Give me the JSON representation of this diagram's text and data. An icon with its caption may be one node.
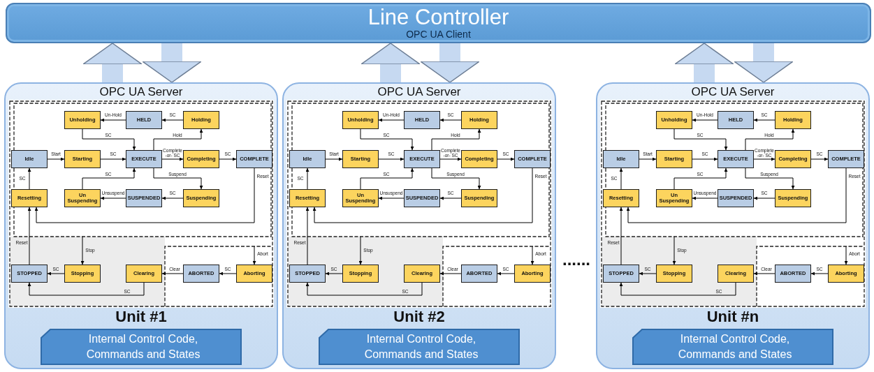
{
  "diagram": {
    "nodes": [
      {
        "text": [
          "Line Controller",
          "OPC UA Client"
        ]
      },
      {
        "text": [
          "OPC UA Server",
          "Unit #1"
        ]
      },
      {
        "text": [
          "Unholding"
        ],
        "in": 1
      },
      {
        "text": [
          "HELD"
        ],
        "in": 1
      },
      {
        "text": [
          "Holding"
        ],
        "in": 1
      },
      {
        "text": [
          "Idle"
        ],
        "in": 1
      },
      {
        "text": [
          "Starting"
        ],
        "in": 1
      },
      {
        "text": [
          "EXECUTE"
        ],
        "in": 1
      },
      {
        "text": [
          "Completing"
        ],
        "in": 1
      },
      {
        "text": [
          "COMPLETE"
        ],
        "in": 1
      },
      {
        "text": [
          "Resetting"
        ],
        "in": 1
      },
      {
        "text": [
          "Un Suspending"
        ],
        "in": 1
      },
      {
        "text": [
          "SUSPENDED"
        ],
        "in": 1
      },
      {
        "text": [
          "Suspending"
        ],
        "in": 1
      },
      {
        "text": [
          "STOPPED"
        ],
        "in": 1
      },
      {
        "text": [
          "Stopping"
        ],
        "in": 1
      },
      {
        "text": [
          "Clearing"
        ],
        "in": 1
      },
      {
        "text": [
          "ABORTED"
        ],
        "in": 1
      },
      {
        "text": [
          "Aborting"
        ],
        "in": 1
      },
      {
        "text": [
          "Internal Control Code, Commands and States"
        ],
        "in": 1
      },
      {
        "text": [
          "OPC UA Server",
          "Unit #2"
        ]
      },
      {
        "text": [
          "Unholding"
        ],
        "in": 20
      },
      {
        "text": [
          "HELD"
        ],
        "in": 20
      },
      {
        "text": [
          "Holding"
        ],
        "in": 20
      },
      {
        "text": [
          "Idle"
        ],
        "in": 20
      },
      {
        "text": [
          "Starting"
        ],
        "in": 20
      },
      {
        "text": [
          "EXECUTE"
        ],
        "in": 20
      },
      {
        "text": [
          "Completing"
        ],
        "in": 20
      },
      {
        "text": [
          "COMPLETE"
        ],
        "in": 20
      },
      {
        "text": [
          "Resetting"
        ],
        "in": 20
      },
      {
        "text": [
          "Un Suspending"
        ],
        "in": 20
      },
      {
        "text": [
          "SUSPENDED"
        ],
        "in": 20
      },
      {
        "text": [
          "Suspending"
        ],
        "in": 20
      },
      {
        "text": [
          "STOPPED"
        ],
        "in": 20
      },
      {
        "text": [
          "Stopping"
        ],
        "in": 20
      },
      {
        "text": [
          "Clearing"
        ],
        "in": 20
      },
      {
        "text": [
          "ABORTED"
        ],
        "in": 20
      },
      {
        "text": [
          "Aborting"
        ],
        "in": 20
      },
      {
        "text": [
          "Internal Control Code, Commands and States"
        ],
        "in": 20
      },
      {
        "text": [
          "OPC UA Server",
          "Unit #n"
        ]
      },
      {
        "text": [
          "Unholding"
        ],
        "in": 39
      },
      {
        "text": [
          "HELD"
        ],
        "in": 39
      },
      {
        "text": [
          "Holding"
        ],
        "in": 39
      },
      {
        "text": [
          "Idle"
        ],
        "in": 39
      },
      {
        "text": [
          "Starting"
        ],
        "in": 39
      },
      {
        "text": [
          "EXECUTE"
        ],
        "in": 39
      },
      {
        "text": [
          "Completing"
        ],
        "in": 39
      },
      {
        "text": [
          "COMPLETE"
        ],
        "in": 39
      },
      {
        "text": [
          "Resetting"
        ],
        "in": 39
      },
      {
        "text": [
          "Un Suspending"
        ],
        "in": 39
      },
      {
        "text": [
          "SUSPENDED"
        ],
        "in": 39
      },
      {
        "text": [
          "Suspending"
        ],
        "in": 39
      },
      {
        "text": [
          "STOPPED"
        ],
        "in": 39
      },
      {
        "text": [
          "Stopping"
        ],
        "in": 39
      },
      {
        "text": [
          "Clearing"
        ],
        "in": 39
      },
      {
        "text": [
          "ABORTED"
        ],
        "in": 39
      },
      {
        "text": [
          "Aborting"
        ],
        "in": 39
      },
      {
        "text": [
          "Internal Control Code, Commands and States"
        ],
        "in": 39
      }
    ],
    "edges": [
      {
        "from": 1,
        "to": 0,
        "arrow": "to",
        "style": "thick",
        "color": "#c6d9f1"
      },
      {
        "from": 0,
        "to": 1,
        "arrow": "to",
        "style": "thick",
        "color": "#c6d9f1"
      },
      {
        "from": 4,
        "to": 3,
        "arrow": "to",
        "label": "SC"
      },
      {
        "from": 3,
        "to": 2,
        "arrow": "to",
        "label": "Un-Hold"
      },
      {
        "from": 2,
        "to": 7,
        "arrow": "to",
        "label": "SC"
      },
      {
        "from": 7,
        "to": 4,
        "arrow": "to",
        "label": "Hold"
      },
      {
        "from": 5,
        "to": 6,
        "arrow": "to",
        "label": "Start"
      },
      {
        "from": 6,
        "to": 7,
        "arrow": "to",
        "label": "SC"
      },
      {
        "from": 7,
        "to": 8,
        "arrow": "to",
        "label": "Complete -or- SC"
      },
      {
        "from": 8,
        "to": 9,
        "arrow": "to",
        "label": "SC"
      },
      {
        "from": 9,
        "to": 10,
        "arrow": "to",
        "label": "Reset"
      },
      {
        "from": 7,
        "to": 13,
        "arrow": "to",
        "label": "Suspend"
      },
      {
        "from": 13,
        "to": 12,
        "arrow": "to",
        "label": "SC"
      },
      {
        "from": 12,
        "to": 11,
        "arrow": "to",
        "label": "Unsuspend"
      },
      {
        "from": 11,
        "to": 7,
        "arrow": "to",
        "label": "SC"
      },
      {
        "from": 10,
        "to": 5,
        "arrow": "to",
        "label": "SC"
      },
      {
        "from": null,
        "to": 15,
        "arrow": "to",
        "label": "Stop"
      },
      {
        "from": 15,
        "to": 14,
        "arrow": "to",
        "label": "SC"
      },
      {
        "from": 14,
        "to": 10,
        "arrow": "to",
        "label": "Reset"
      },
      {
        "from": null,
        "to": 18,
        "arrow": "to",
        "label": "Abort"
      },
      {
        "from": 18,
        "to": 17,
        "arrow": "to",
        "label": "SC"
      },
      {
        "from": 17,
        "to": 16,
        "arrow": "to",
        "label": "Clear"
      },
      {
        "from": 16,
        "to": 14,
        "arrow": "to",
        "label": "SC"
      },
      {
        "from": 20,
        "to": 0,
        "arrow": "to",
        "style": "thick",
        "color": "#c6d9f1"
      },
      {
        "from": 0,
        "to": 20,
        "arrow": "to",
        "style": "thick",
        "color": "#c6d9f1"
      },
      {
        "from": 23,
        "to": 22,
        "arrow": "to",
        "label": "SC"
      },
      {
        "from": 22,
        "to": 21,
        "arrow": "to",
        "label": "Un-Hold"
      },
      {
        "from": 21,
        "to": 26,
        "arrow": "to",
        "label": "SC"
      },
      {
        "from": 26,
        "to": 23,
        "arrow": "to",
        "label": "Hold"
      },
      {
        "from": 24,
        "to": 25,
        "arrow": "to",
        "label": "Start"
      },
      {
        "from": 25,
        "to": 26,
        "arrow": "to",
        "label": "SC"
      },
      {
        "from": 26,
        "to": 27,
        "arrow": "to",
        "label": "Complete -or- SC"
      },
      {
        "from": 27,
        "to": 28,
        "arrow": "to",
        "label": "SC"
      },
      {
        "from": 28,
        "to": 29,
        "arrow": "to",
        "label": "Reset"
      },
      {
        "from": 26,
        "to": 32,
        "arrow": "to",
        "label": "Suspend"
      },
      {
        "from": 32,
        "to": 31,
        "arrow": "to",
        "label": "SC"
      },
      {
        "from": 31,
        "to": 30,
        "arrow": "to",
        "label": "Unsuspend"
      },
      {
        "from": 30,
        "to": 26,
        "arrow": "to",
        "label": "SC"
      },
      {
        "from": 29,
        "to": 24,
        "arrow": "to",
        "label": "SC"
      },
      {
        "from": null,
        "to": 34,
        "arrow": "to",
        "label": "Stop"
      },
      {
        "from": 34,
        "to": 33,
        "arrow": "to",
        "label": "SC"
      },
      {
        "from": 33,
        "to": 29,
        "arrow": "to",
        "label": "Reset"
      },
      {
        "from": null,
        "to": 37,
        "arrow": "to",
        "label": "Abort"
      },
      {
        "from": 37,
        "to": 36,
        "arrow": "to",
        "label": "SC"
      },
      {
        "from": 36,
        "to": 35,
        "arrow": "to",
        "label": "Clear"
      },
      {
        "from": 35,
        "to": 33,
        "arrow": "to",
        "label": "SC"
      },
      {
        "from": 39,
        "to": 0,
        "arrow": "to",
        "style": "thick",
        "color": "#c6d9f1"
      },
      {
        "from": 0,
        "to": 39,
        "arrow": "to",
        "style": "thick",
        "color": "#c6d9f1"
      },
      {
        "from": 42,
        "to": 41,
        "arrow": "to",
        "label": "SC"
      },
      {
        "from": 41,
        "to": 40,
        "arrow": "to",
        "label": "Un-Hold"
      },
      {
        "from": 40,
        "to": 45,
        "arrow": "to",
        "label": "SC"
      },
      {
        "from": 45,
        "to": 42,
        "arrow": "to",
        "label": "Hold"
      },
      {
        "from": 43,
        "to": 44,
        "arrow": "to",
        "label": "Start"
      },
      {
        "from": 44,
        "to": 45,
        "arrow": "to",
        "label": "SC"
      },
      {
        "from": 45,
        "to": 46,
        "arrow": "to",
        "label": "Complete -or- SC"
      },
      {
        "from": 46,
        "to": 47,
        "arrow": "to",
        "label": "SC"
      },
      {
        "from": 47,
        "to": 48,
        "arrow": "to",
        "label": "Reset"
      },
      {
        "from": 45,
        "to": 51,
        "arrow": "to",
        "label": "Suspend"
      },
      {
        "from": 51,
        "to": 50,
        "arrow": "to",
        "label": "SC"
      },
      {
        "from": 50,
        "to": 49,
        "arrow": "to",
        "label": "Unsuspend"
      },
      {
        "from": 49,
        "to": 45,
        "arrow": "to",
        "label": "SC"
      },
      {
        "from": 48,
        "to": 43,
        "arrow": "to",
        "label": "SC"
      },
      {
        "from": null,
        "to": 53,
        "arrow": "to",
        "label": "Stop"
      },
      {
        "from": 53,
        "to": 52,
        "arrow": "to",
        "label": "SC"
      },
      {
        "from": 52,
        "to": 48,
        "arrow": "to",
        "label": "Reset"
      },
      {
        "from": null,
        "to": 56,
        "arrow": "to",
        "label": "Abort"
      },
      {
        "from": 56,
        "to": 55,
        "arrow": "to",
        "label": "SC"
      },
      {
        "from": 55,
        "to": 54,
        "arrow": "to",
        "label": "Clear"
      },
      {
        "from": 54,
        "to": 52,
        "arrow": "to",
        "label": "SC"
      }
    ],
    "labels": [
      "......"
    ]
  }
}
